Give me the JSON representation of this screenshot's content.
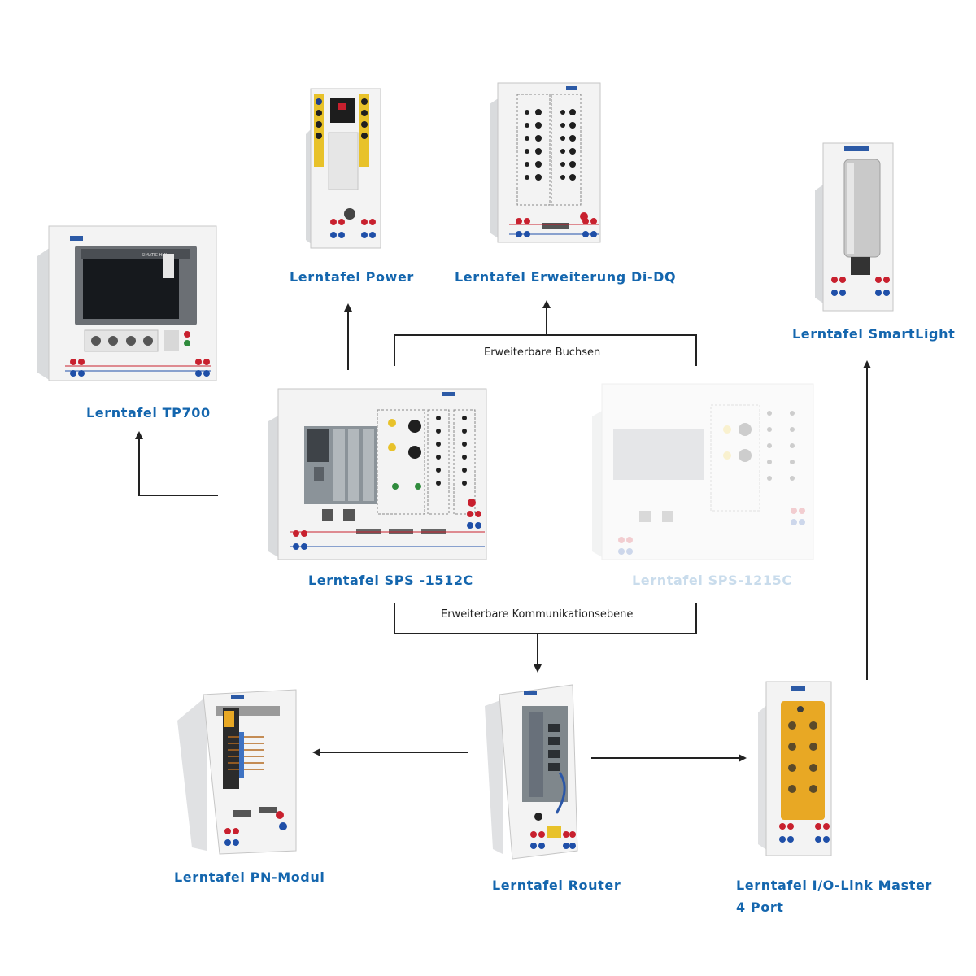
{
  "modules": {
    "tp700": "Lerntafel TP700",
    "power": "Lerntafel Power",
    "di_dq": "Lerntafel Erweiterung Di-DQ",
    "smartlight": "Lerntafel SmartLight",
    "sps1512": "Lerntafel SPS -1512C",
    "sps1215": "Lerntafel SPS-1215C",
    "pn_modul": "Lerntafel PN-Modul",
    "router": "Lerntafel Router",
    "iolink_line1": "Lerntafel I/O-Link Master",
    "iolink_line2": "4 Port"
  },
  "annotations": {
    "buchsen": "Erweiterbare Buchsen",
    "kommunikation": "Erweiterbare Kommunikationsebene"
  },
  "device_text": {
    "tp700_screen": "SIMATIC HMI"
  },
  "colors": {
    "label_blue": "#1466ae",
    "label_faded": "#c9dcec",
    "connector_line": "#222222",
    "socket_red": "#c8202e",
    "socket_blue": "#1f4fa8",
    "io_yellow": "#e8a824"
  }
}
